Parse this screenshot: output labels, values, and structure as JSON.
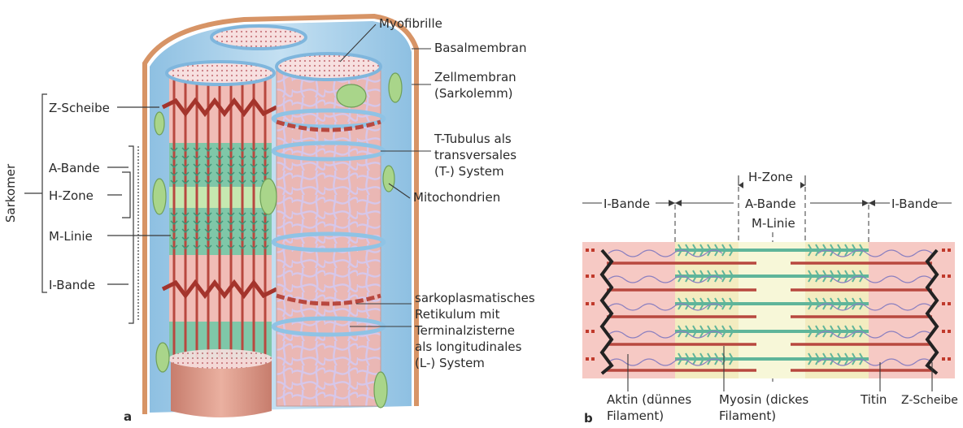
{
  "colors": {
    "membrane_blue": "#9fc9e6",
    "fibre_pink": "#e8a8a8",
    "sarcomere_dark": "#b8483f",
    "myosin_green": "#5fb59a",
    "mito_green": "#a9d58a",
    "reticulum_lavender": "#c9b8e2",
    "band_bg_pink": "#f6c9c4",
    "band_bg_yellow": "#f2f2c0",
    "zdisk_black": "#222222",
    "label_text": "#2a2a2a"
  },
  "panel_a": {
    "label": "a",
    "side_label": "Sarkomer",
    "left_labels": {
      "z_scheibe": "Z-Scheibe",
      "a_bande": "A-Bande",
      "h_zone": "H-Zone",
      "m_linie": "M-Linie",
      "i_bande": "I-Bande"
    },
    "right_labels": {
      "myofibrille": "Myofibrille",
      "basalmembran": "Basalmembran",
      "zellmembran_1": "Zellmembran",
      "zellmembran_2": "(Sarkolemm)",
      "ttubulus_1": "T-Tubulus als",
      "ttubulus_2": "transversales",
      "ttubulus_3": "(T-) System",
      "mitochondrien": "Mitochondrien",
      "sr_1": "sarkoplasmatisches",
      "sr_2": "Retikulum mit",
      "sr_3": "Terminalzisterne",
      "sr_4": "als longitudinales",
      "sr_5": "(L-) System"
    }
  },
  "panel_b": {
    "label": "b",
    "top_labels": {
      "h_zone": "H-Zone",
      "a_bande": "A-Bande",
      "m_linie": "M-Linie",
      "i_bande_left": "I-Bande",
      "i_bande_right": "I-Bande"
    },
    "bottom_labels": {
      "aktin_1": "Aktin (dünnes",
      "aktin_2": "Filament)",
      "myosin_1": "Myosin (dickes",
      "myosin_2": "Filament)",
      "titin": "Titin",
      "z_scheibe": "Z-Scheibe"
    }
  }
}
